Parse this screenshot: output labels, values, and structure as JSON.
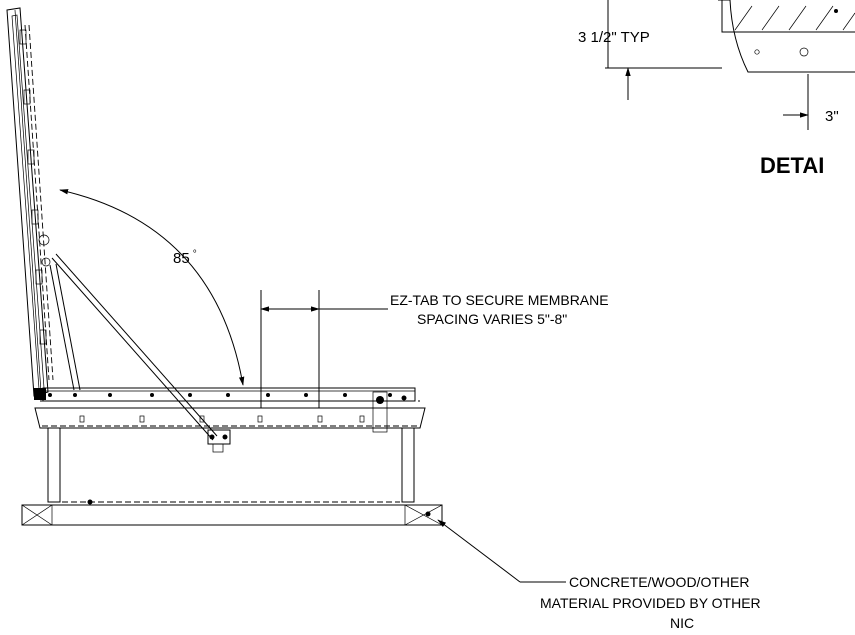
{
  "labels": {
    "typ_dimension": "3 1/2\" TYP",
    "detail_dimension": "3\"",
    "detail_title": "DETAI",
    "angle": "85",
    "angle_unit": "°",
    "ez_tab_line1": "EZ-TAB TO SECURE MEMBRANE",
    "ez_tab_line2": "SPACING VARIES 5\"-8\"",
    "support_line1": "CONCRETE/WOOD/OTHER",
    "support_line2": "MATERIAL PROVIDED BY OTHER",
    "support_line3": "NIC"
  }
}
